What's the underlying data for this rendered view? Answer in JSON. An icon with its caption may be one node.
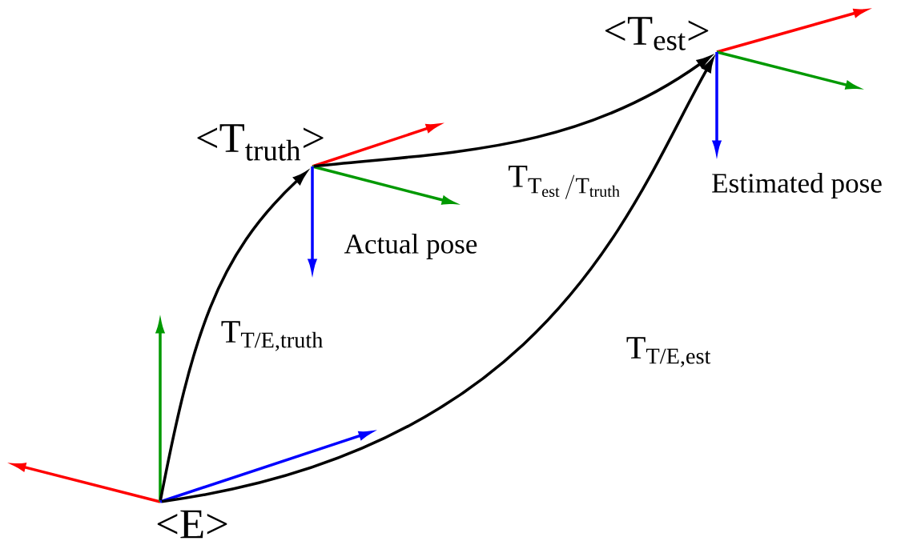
{
  "diagram": {
    "nodes": [
      {
        "text": [
          "<E>"
        ]
      },
      {
        "text": [
          "<T$_{truth}$>"
        ]
      },
      {
        "text": [
          "<T$_{est}$>"
        ]
      }
    ],
    "labels": [
      "Actual pose",
      "Estimated pose"
    ],
    "edges": [
      {
        "from": 0,
        "to": 1,
        "arrow": "to",
        "label": "T$_{T/E,truth}$"
      },
      {
        "from": 0,
        "to": 2,
        "arrow": "to",
        "label": "T$_{T/E,est}$"
      },
      {
        "from": 1,
        "to": 2,
        "arrow": "to",
        "label": "\\mathrm{T}_{\\mathrm{T}_{\\mathrm{est}}\\,/\\mathrm{T}_{\\mathrm{truth}}}"
      }
    ]
  }
}
